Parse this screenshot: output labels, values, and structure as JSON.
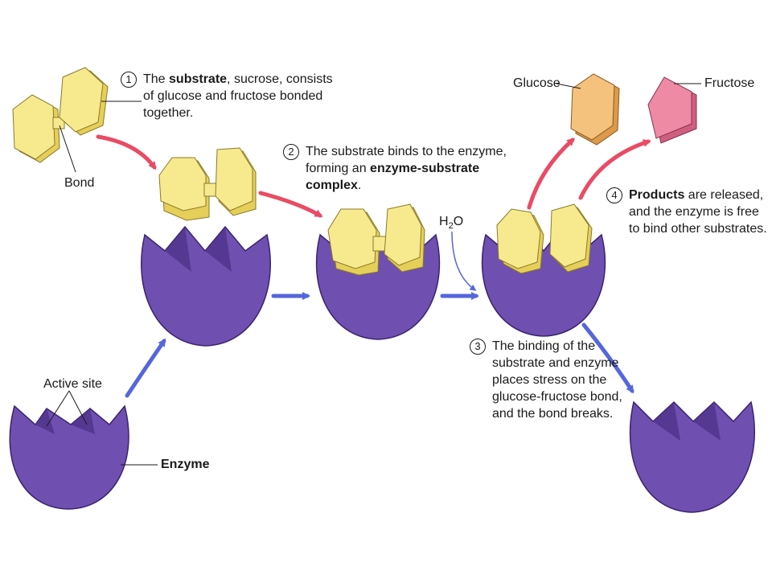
{
  "labels": {
    "bond": "Bond",
    "active_site": "Active site",
    "enzyme": "Enzyme",
    "glucose": "Glucose",
    "fructose": "Fructose",
    "water_h": "H",
    "water_sub": "2",
    "water_o": "O"
  },
  "steps": [
    {
      "number": "1",
      "lines": [
        {
          "parts": [
            {
              "text": "The ",
              "bold": false
            },
            {
              "text": "substrate",
              "bold": true
            },
            {
              "text": ", sucrose, consists",
              "bold": false
            }
          ]
        },
        {
          "parts": [
            {
              "text": "of glucose and fructose bonded",
              "bold": false
            }
          ]
        },
        {
          "parts": [
            {
              "text": "together.",
              "bold": false
            }
          ]
        }
      ]
    },
    {
      "number": "2",
      "lines": [
        {
          "parts": [
            {
              "text": "The substrate binds to the enzyme,",
              "bold": false
            }
          ]
        },
        {
          "parts": [
            {
              "text": "forming an ",
              "bold": false
            },
            {
              "text": "enzyme-substrate",
              "bold": true
            }
          ]
        },
        {
          "parts": [
            {
              "text": "complex",
              "bold": true
            },
            {
              "text": ".",
              "bold": false
            }
          ]
        }
      ]
    },
    {
      "number": "3",
      "lines": [
        {
          "parts": [
            {
              "text": "The binding of the",
              "bold": false
            }
          ]
        },
        {
          "parts": [
            {
              "text": "substrate and enzyme",
              "bold": false
            }
          ]
        },
        {
          "parts": [
            {
              "text": "places stress on the",
              "bold": false
            }
          ]
        },
        {
          "parts": [
            {
              "text": "glucose-fructose bond,",
              "bold": false
            }
          ]
        },
        {
          "parts": [
            {
              "text": "and the bond breaks.",
              "bold": false
            }
          ]
        }
      ]
    },
    {
      "number": "4",
      "lines": [
        {
          "parts": [
            {
              "text": "Products",
              "bold": true
            },
            {
              "text": " are released,",
              "bold": false
            }
          ]
        },
        {
          "parts": [
            {
              "text": "and the enzyme is free",
              "bold": false
            }
          ]
        },
        {
          "parts": [
            {
              "text": "to bind other substrates.",
              "bold": false
            }
          ]
        }
      ]
    }
  ],
  "colors": {
    "enzyme_fill": "#6f4fb0",
    "enzyme_dark": "#4a2f86",
    "enzyme_stroke": "#3a2470",
    "substrate_fill": "#f7ea8e",
    "substrate_side": "#e6cf58",
    "glucose_fill": "#f4c27c",
    "glucose_side": "#dc9a4a",
    "fructose_fill": "#ee8aa4",
    "fructose_side": "#cf5f7f",
    "red_arrow": "#ea4b64",
    "blue_arrow": "#5566dd"
  }
}
